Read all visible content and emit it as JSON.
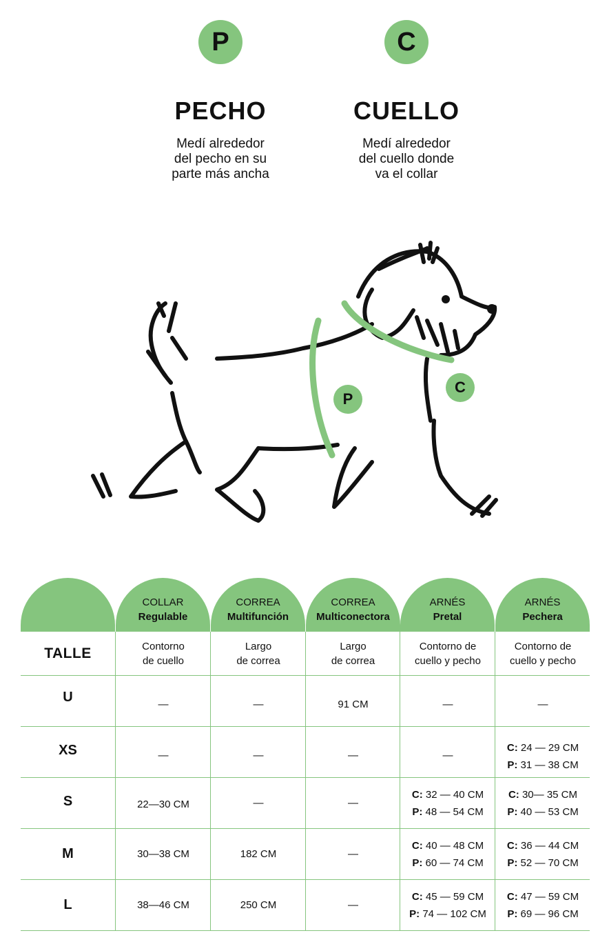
{
  "measure": {
    "chest": {
      "badge": "P",
      "title": "PECHO",
      "desc": [
        "Medí alrededor",
        "del pecho en su",
        "parte más ancha"
      ]
    },
    "neck": {
      "badge": "C",
      "title": "CUELLO",
      "desc": [
        "Medí alrededor",
        "del cuello donde",
        "va el collar"
      ]
    }
  },
  "illustration": {
    "chest_badge": "P",
    "neck_badge": "C",
    "strap_color": "#85c57e"
  },
  "colors": {
    "accent": "#85c57e",
    "ink": "#111111"
  },
  "table": {
    "columns": [
      {
        "line1": "COLLAR",
        "line2": "Regulable",
        "sub": [
          "Contorno",
          "de cuello"
        ]
      },
      {
        "line1": "CORREA",
        "line2": "Multifunción",
        "sub": [
          "Largo",
          "de correa"
        ]
      },
      {
        "line1": "CORREA",
        "line2": "Multiconectora",
        "sub": [
          "Largo",
          "de correa"
        ]
      },
      {
        "line1": "ARNÉS",
        "line2": "Pretal",
        "sub": [
          "Contorno de",
          "cuello y pecho"
        ]
      },
      {
        "line1": "ARNÉS",
        "line2": "Pechera",
        "sub": [
          "Contorno de",
          "cuello y pecho"
        ]
      }
    ],
    "size_header": "TALLE",
    "rows": [
      {
        "size": "U",
        "cells": [
          {
            "text": "—"
          },
          {
            "text": "—"
          },
          {
            "text": "91 CM"
          },
          {
            "text": "—"
          },
          {
            "text": "—"
          }
        ]
      },
      {
        "size": "XS",
        "cells": [
          {
            "text": "—"
          },
          {
            "text": "—"
          },
          {
            "text": "—"
          },
          {
            "text": "—"
          },
          {
            "c_label": "C:",
            "c": "24 — 29 CM",
            "p_label": "P:",
            "p": "31 — 38 CM"
          }
        ]
      },
      {
        "size": "S",
        "cells": [
          {
            "text": "22—30 CM"
          },
          {
            "text": "—"
          },
          {
            "text": "—"
          },
          {
            "c_label": "C:",
            "c": "32 — 40 CM",
            "p_label": "P:",
            "p": "48 — 54 CM"
          },
          {
            "c_label": "C:",
            "c": "30— 35 CM",
            "p_label": "P:",
            "p": "40 — 53 CM"
          }
        ]
      },
      {
        "size": "M",
        "cells": [
          {
            "text": "30—38 CM"
          },
          {
            "text": "182 CM"
          },
          {
            "text": "—"
          },
          {
            "c_label": "C:",
            "c": "40 — 48 CM",
            "p_label": "P:",
            "p": "60 — 74 CM"
          },
          {
            "c_label": "C:",
            "c": "36 — 44 CM",
            "p_label": "P:",
            "p": "52 — 70 CM"
          }
        ]
      },
      {
        "size": "L",
        "cells": [
          {
            "text": "38—46 CM"
          },
          {
            "text": "250 CM"
          },
          {
            "text": "—"
          },
          {
            "c_label": "C:",
            "c": "45 — 59 CM",
            "p_label": "P:",
            "p": "74 — 102 CM"
          },
          {
            "c_label": "C:",
            "c": "47 — 59 CM",
            "p_label": "P:",
            "p": "69 — 96 CM"
          }
        ]
      }
    ]
  }
}
